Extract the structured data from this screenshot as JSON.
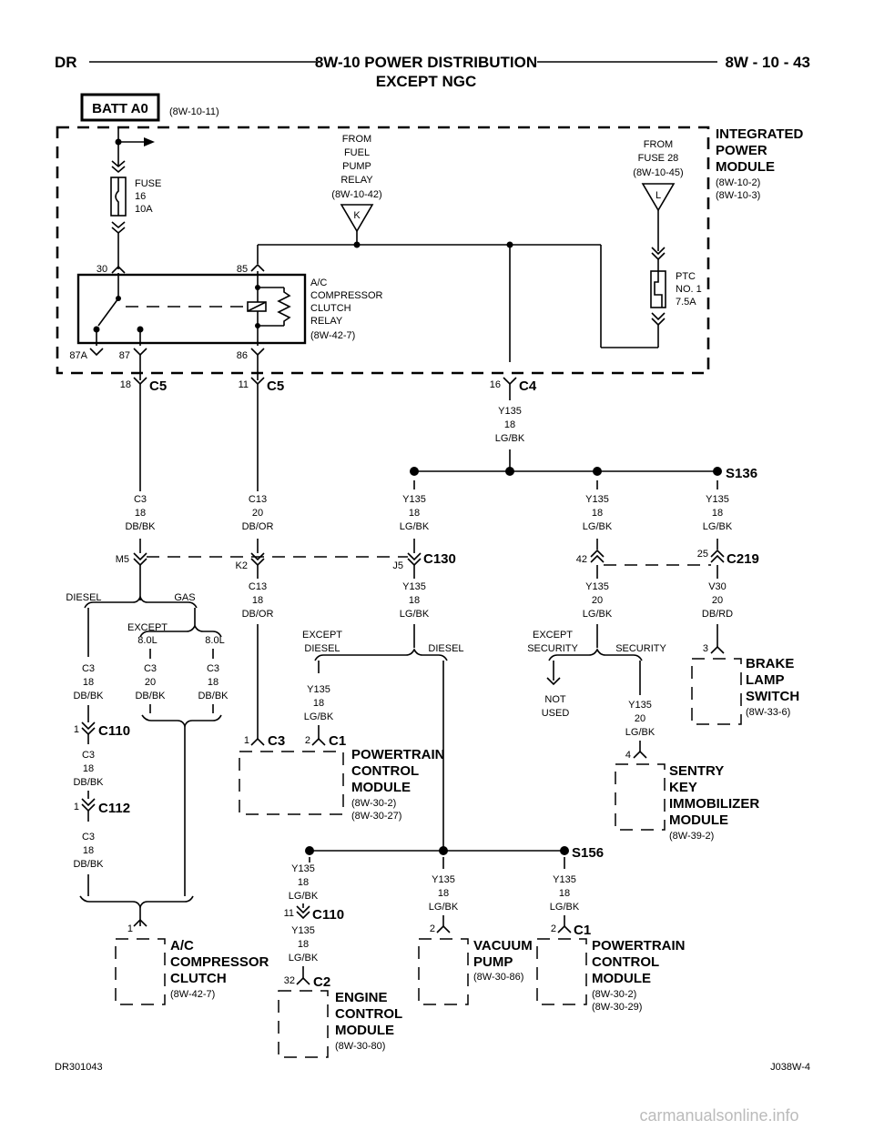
{
  "header": {
    "left": "DR",
    "title_line1": "8W-10 POWER DISTRIBUTION",
    "title_line2": "EXCEPT NGC",
    "right": "8W - 10 - 43"
  },
  "batt": {
    "label": "BATT A0",
    "ref": "(8W-10-11)"
  },
  "ipm": {
    "name": [
      "INTEGRATED",
      "POWER",
      "MODULE"
    ],
    "refs": [
      "(8W-10-2)",
      "(8W-10-3)"
    ]
  },
  "fuse16": [
    "FUSE",
    "16",
    "10A"
  ],
  "from_fuel": [
    "FROM",
    "FUEL",
    "PUMP",
    "RELAY",
    "(8W-10-42)"
  ],
  "from_fuel_tag": "K",
  "from_fuse28": [
    "FROM",
    "FUSE 28",
    "(8W-10-45)"
  ],
  "from_fuse28_tag": "L",
  "ptc": [
    "PTC",
    "NO. 1",
    "7.5A"
  ],
  "relay": {
    "name": [
      "A/C",
      "COMPRESSOR",
      "CLUTCH",
      "RELAY",
      "(8W-42-7)"
    ],
    "pins": {
      "p30": "30",
      "p85": "85",
      "p87a": "87A",
      "p87": "87",
      "p86": "86"
    }
  },
  "connectors": {
    "c5a_pin": "18",
    "c5a": "C5",
    "c5b_pin": "11",
    "c5b": "C5",
    "c4_pin": "16",
    "c4": "C4",
    "c130": "C130",
    "c130_m5": "M5",
    "c130_k2": "K2",
    "c130_j5": "J5",
    "c219": "C219",
    "c219_42": "42",
    "c219_25": "25",
    "c110a": "C110",
    "c110a_pin": "1",
    "c112": "C112",
    "c112_pin": "1",
    "c3": "C3",
    "c3_pin": "1",
    "c1a": "C1",
    "c1a_pin": "2",
    "c110b": "C110",
    "c110b_pin": "11",
    "c2": "C2",
    "c2_pin": "32",
    "c1b": "C1",
    "c1b_pin": "2",
    "vac_pin": "2",
    "sentry_pin": "4",
    "brake_pin": "3",
    "clutch_pin": "1"
  },
  "splices": {
    "s136": "S136",
    "s156": "S156"
  },
  "wires": {
    "y135_c4": [
      "Y135",
      "18",
      "LG/BK"
    ],
    "c3_upper": [
      "C3",
      "18",
      "DB/BK"
    ],
    "c13_upper": [
      "C13",
      "20",
      "DB/OR"
    ],
    "y135_a": [
      "Y135",
      "18",
      "LG/BK"
    ],
    "y135_b": [
      "Y135",
      "18",
      "LG/BK"
    ],
    "y135_c": [
      "Y135",
      "18",
      "LG/BK"
    ],
    "c13_lower": [
      "C13",
      "18",
      "DB/OR"
    ],
    "y135_lower": [
      "Y135",
      "18",
      "LG/BK"
    ],
    "y135_20": [
      "Y135",
      "20",
      "LG/BK"
    ],
    "v30": [
      "V30",
      "20",
      "DB/RD"
    ],
    "c3_diesel": [
      "C3",
      "18",
      "DB/BK"
    ],
    "c3_exc8": [
      "C3",
      "20",
      "DB/BK"
    ],
    "c3_8": [
      "C3",
      "18",
      "DB/BK"
    ],
    "y135_exd": [
      "Y135",
      "18",
      "LG/BK"
    ],
    "y135_sec": [
      "Y135",
      "20",
      "LG/BK"
    ],
    "c3_c110": [
      "C3",
      "18",
      "DB/BK"
    ],
    "c3_c112": [
      "C3",
      "18",
      "DB/BK"
    ],
    "y135_l1": [
      "Y135",
      "18",
      "LG/BK"
    ],
    "y135_l2": [
      "Y135",
      "18",
      "LG/BK"
    ],
    "y135_l3": [
      "Y135",
      "18",
      "LG/BK"
    ],
    "y135_l4": [
      "Y135",
      "18",
      "LG/BK"
    ]
  },
  "branches": {
    "diesel": "DIESEL",
    "gas": "GAS",
    "except80": [
      "EXCEPT",
      "8.0L"
    ],
    "e80": "8.0L",
    "except_diesel": [
      "EXCEPT",
      "DIESEL"
    ],
    "diesel2": "DIESEL",
    "except_sec": [
      "EXCEPT",
      "SECURITY"
    ],
    "security": "SECURITY",
    "not_used": [
      "NOT",
      "USED"
    ]
  },
  "components": {
    "brake": {
      "name": [
        "BRAKE",
        "LAMP",
        "SWITCH"
      ],
      "ref": [
        "(8W-33-6)"
      ]
    },
    "pcm1": {
      "name": [
        "POWERTRAIN",
        "CONTROL",
        "MODULE"
      ],
      "ref": [
        "(8W-30-2)",
        "(8W-30-27)"
      ]
    },
    "sentry": {
      "name": [
        "SENTRY",
        "KEY",
        "IMMOBILIZER",
        "MODULE"
      ],
      "ref": [
        "(8W-39-2)"
      ]
    },
    "clutch": {
      "name": [
        "A/C",
        "COMPRESSOR",
        "CLUTCH"
      ],
      "ref": [
        "(8W-42-7)"
      ]
    },
    "ecm": {
      "name": [
        "ENGINE",
        "CONTROL",
        "MODULE"
      ],
      "ref": [
        "(8W-30-80)"
      ]
    },
    "vac": {
      "name": [
        "VACUUM",
        "PUMP"
      ],
      "ref": [
        "(8W-30-86)"
      ]
    },
    "pcm2": {
      "name": [
        "POWERTRAIN",
        "CONTROL",
        "MODULE"
      ],
      "ref": [
        "(8W-30-2)",
        "(8W-30-29)"
      ]
    }
  },
  "footer": {
    "left": "DR301043",
    "right": "J038W-4",
    "watermark": "carmanualsonline.info"
  }
}
